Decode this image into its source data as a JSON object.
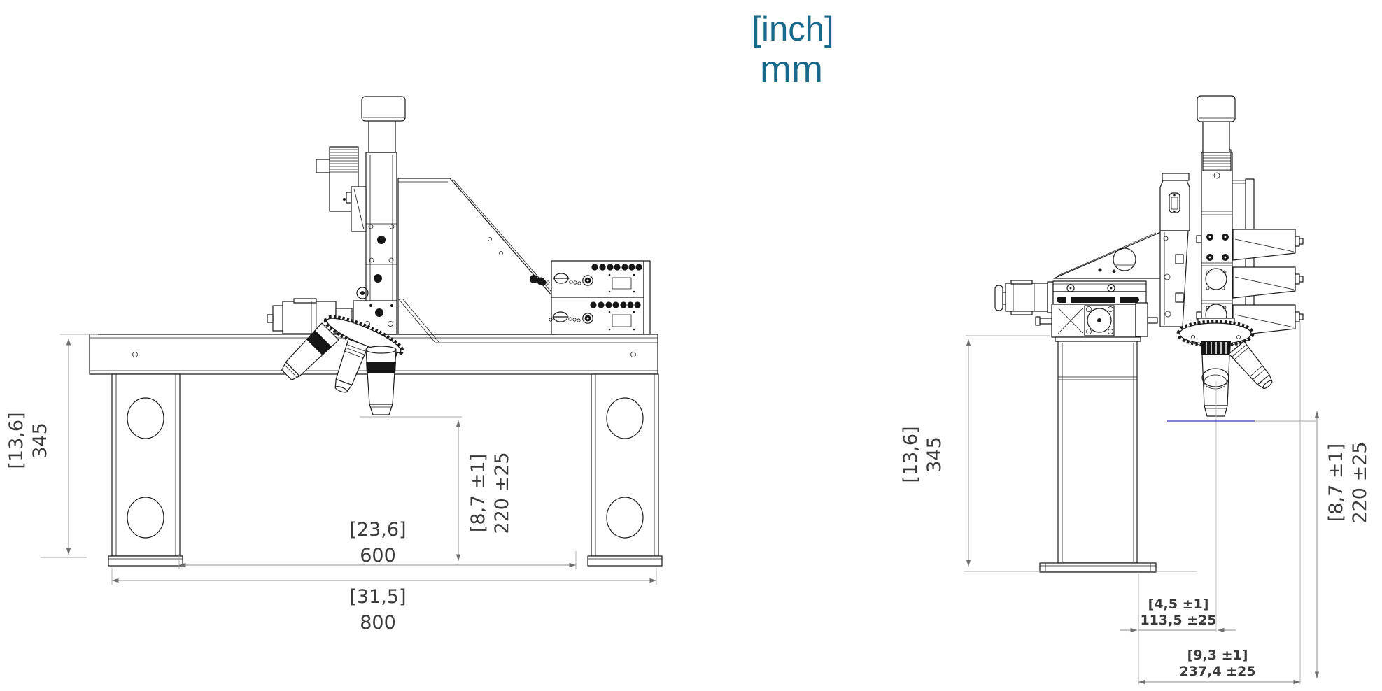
{
  "title": {
    "inch_label": "[inch]",
    "mm_label": "mm"
  },
  "colors": {
    "accent": "#19698c",
    "focal_plane": "#5656c8",
    "drawing_line": "#1a1a1a",
    "dimension_line": "#8d8d8d",
    "dimension_text": "#3a3a3a"
  },
  "front_view": {
    "dim_height": {
      "inch": "[13,6]",
      "mm": "345"
    },
    "dim_clearance": {
      "inch": "[8,7 ±1]",
      "mm": "220 ±25"
    },
    "dim_inner_width": {
      "inch": "[23,6]",
      "mm": "600"
    },
    "dim_outer_width": {
      "inch": "[31,5]",
      "mm": "800"
    }
  },
  "side_view": {
    "dim_height": {
      "inch": "[13,6]",
      "mm": "345"
    },
    "dim_clearance": {
      "inch": "[8,7 ±1]",
      "mm": "220 ±25"
    },
    "dim_axis_offset": {
      "inch": "[4,5 ±1]",
      "mm": "113,5 ±25"
    },
    "dim_max_reach": {
      "inch": "[9,3 ±1]",
      "mm": "237,4 ±25"
    }
  }
}
